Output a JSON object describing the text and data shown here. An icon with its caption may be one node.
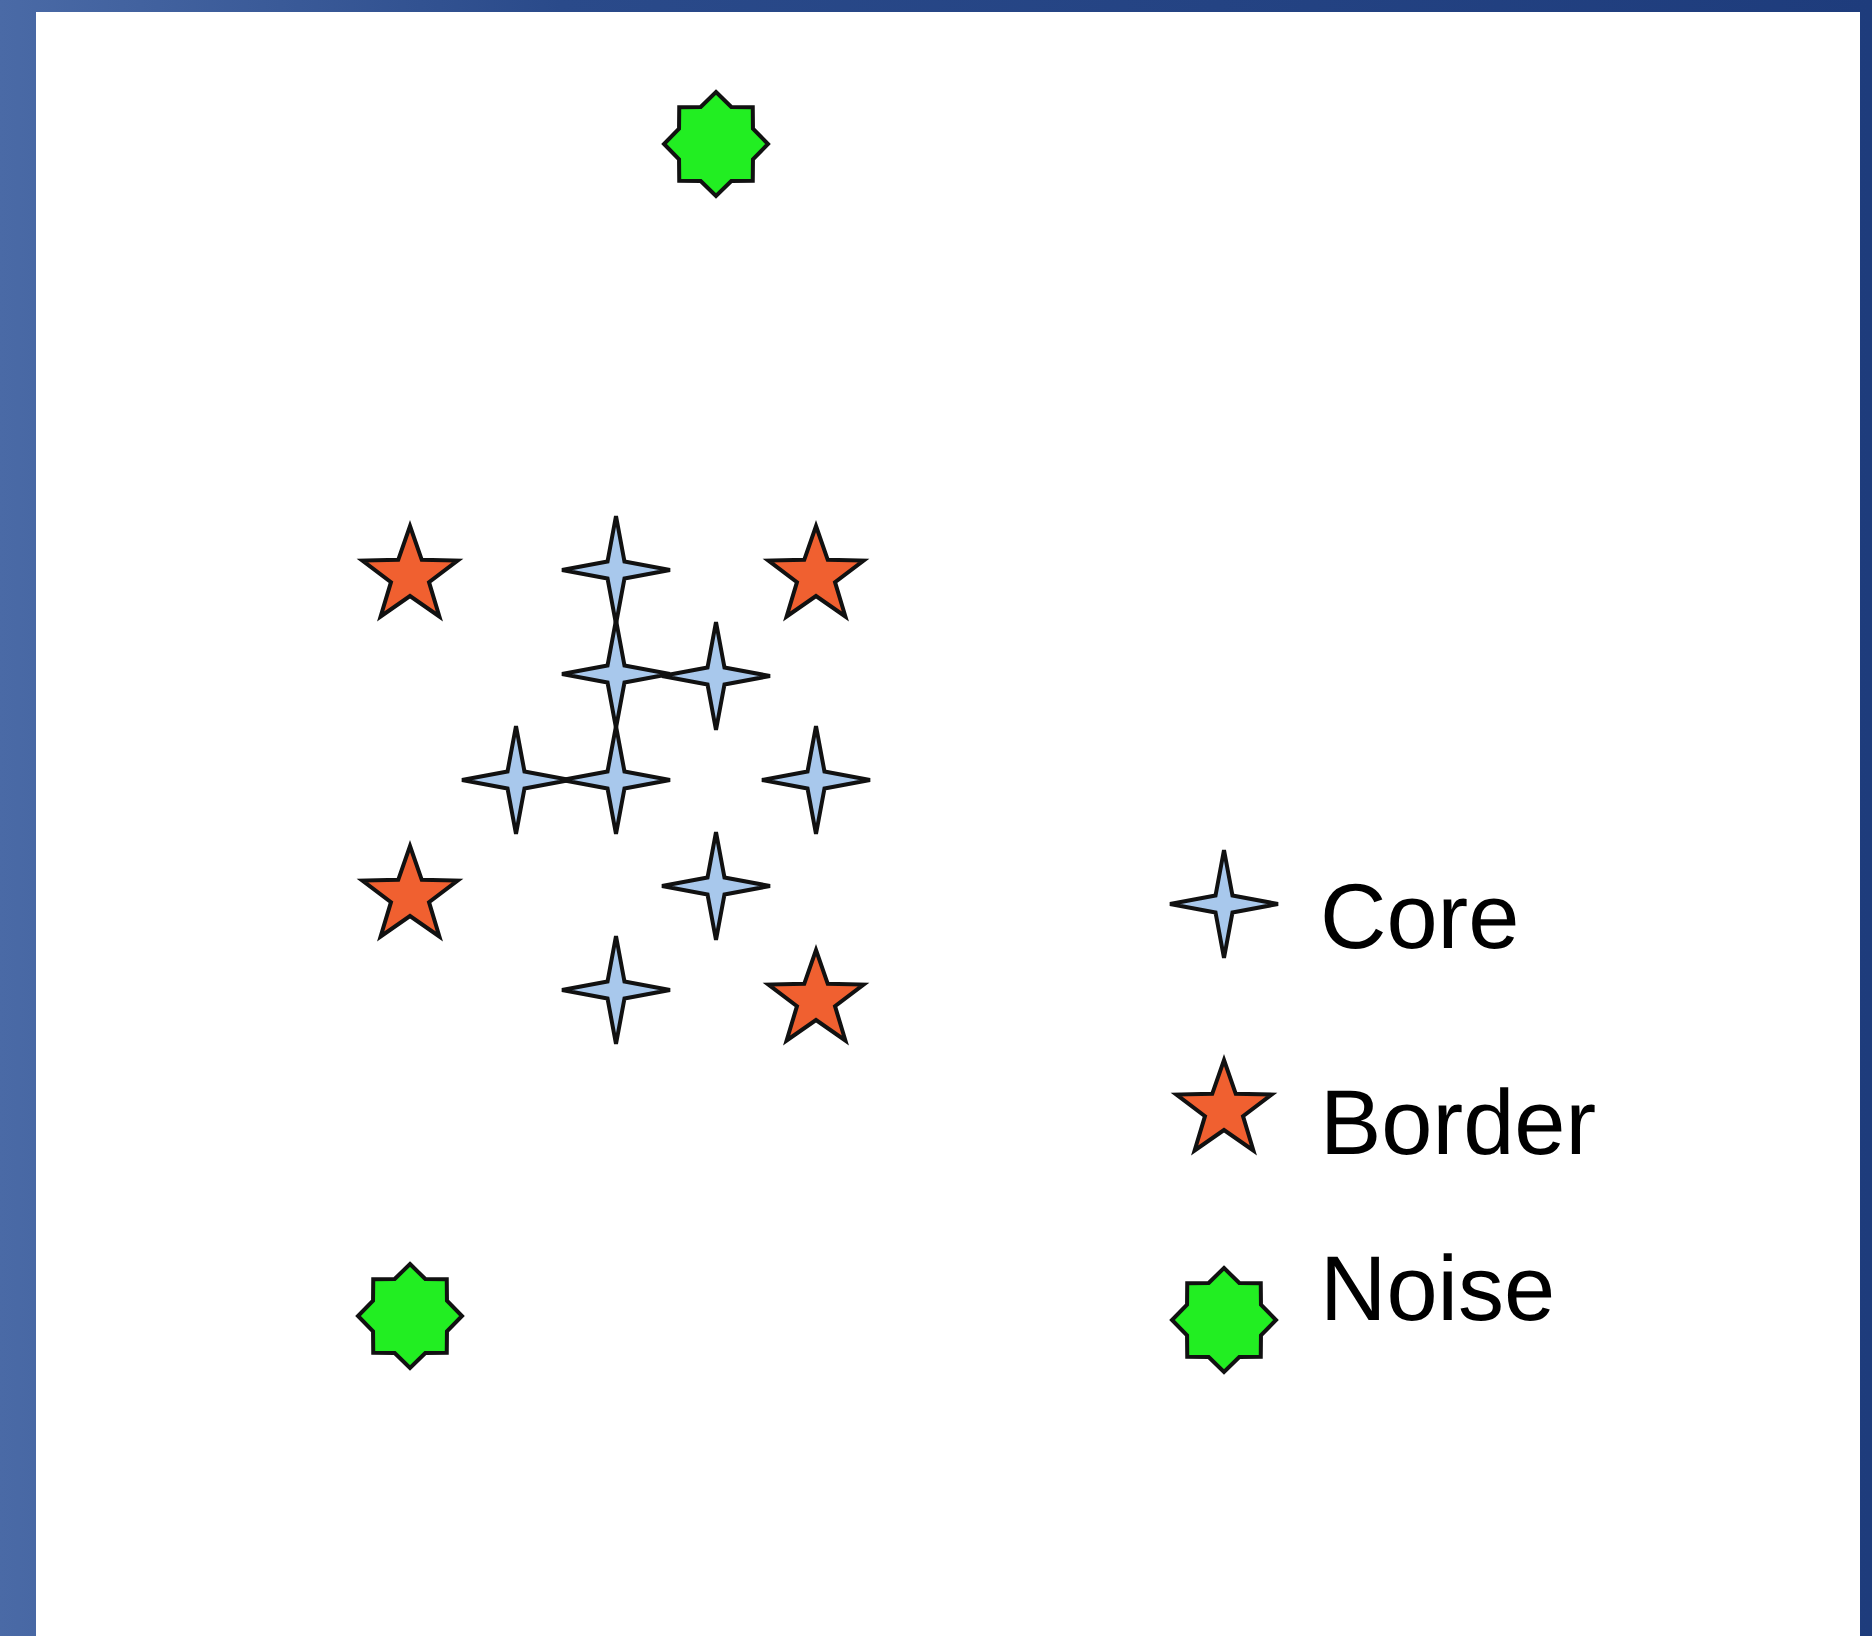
{
  "diagram": {
    "legend": [
      {
        "text": "Core"
      },
      {
        "text": "Border"
      },
      {
        "text": "Noise"
      }
    ]
  }
}
